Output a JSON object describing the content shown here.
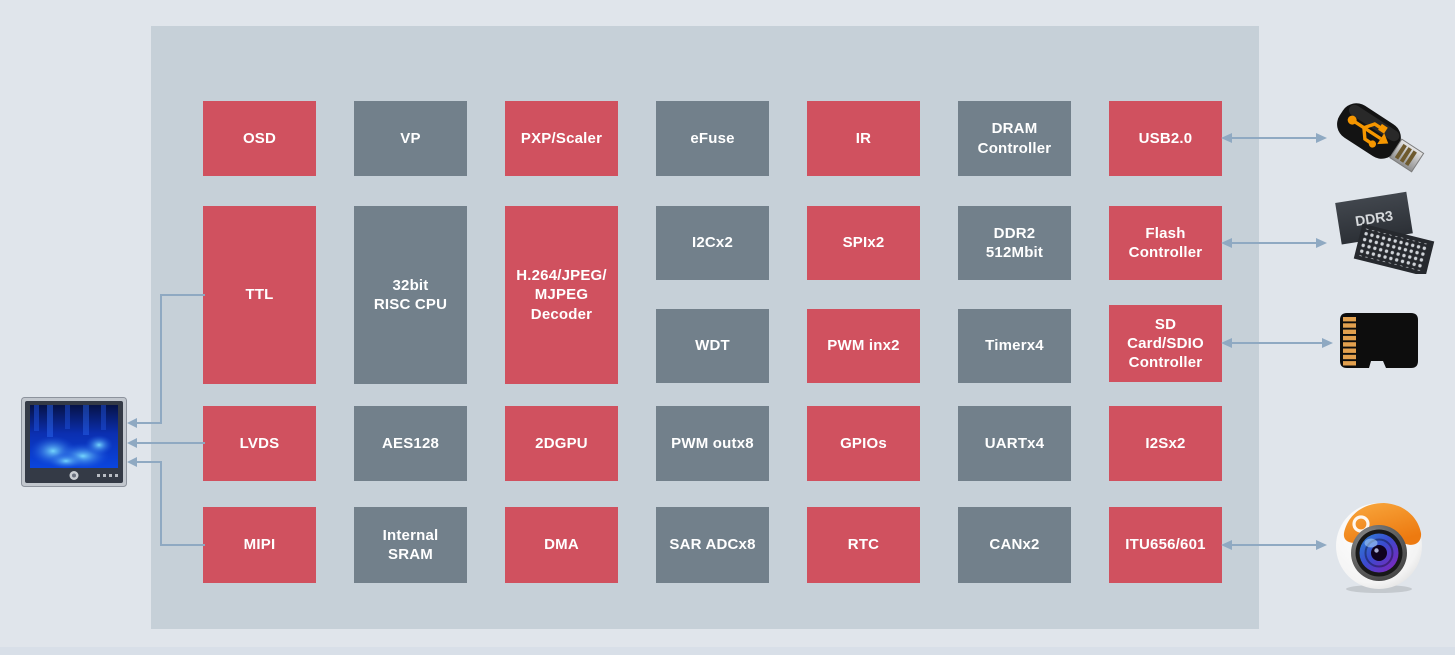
{
  "diagram": {
    "type": "soc-block-diagram",
    "colors": {
      "red_block": "#d0515f",
      "gray_block": "#72808b",
      "panel_background": "#c6d0d8",
      "page_background": "#e0e5eb",
      "arrow": "#8fa9c2",
      "block_text": "#ffffff"
    }
  },
  "blocks": [
    {
      "label": "OSD",
      "color": "red"
    },
    {
      "label": "VP",
      "color": "gray"
    },
    {
      "label": "PXP/Scaler",
      "color": "red"
    },
    {
      "label": "eFuse",
      "color": "gray"
    },
    {
      "label": "IR",
      "color": "red"
    },
    {
      "label": "DRAM\nController",
      "color": "gray"
    },
    {
      "label": "USB2.0",
      "color": "red"
    },
    {
      "label": "TTL",
      "color": "red"
    },
    {
      "label": "32bit\nRISC CPU",
      "color": "gray"
    },
    {
      "label": "H.264/JPEG/\nMJPEG\nDecoder",
      "color": "red"
    },
    {
      "label": "I2Cx2",
      "color": "gray"
    },
    {
      "label": "SPIx2",
      "color": "red"
    },
    {
      "label": "DDR2\n512Mbit",
      "color": "gray"
    },
    {
      "label": "Flash\nController",
      "color": "red"
    },
    {
      "label": "WDT",
      "color": "gray"
    },
    {
      "label": "PWM inx2",
      "color": "red"
    },
    {
      "label": "Timerx4",
      "color": "gray"
    },
    {
      "label": "SD\nCard/SDIO\nController",
      "color": "red"
    },
    {
      "label": "LVDS",
      "color": "red"
    },
    {
      "label": "AES128",
      "color": "gray"
    },
    {
      "label": "2DGPU",
      "color": "red"
    },
    {
      "label": "PWM outx8",
      "color": "gray"
    },
    {
      "label": "GPIOs",
      "color": "red"
    },
    {
      "label": "UARTx4",
      "color": "gray"
    },
    {
      "label": "I2Sx2",
      "color": "red"
    },
    {
      "label": "MIPI",
      "color": "red"
    },
    {
      "label": "Internal\nSRAM",
      "color": "gray"
    },
    {
      "label": "DMA",
      "color": "red"
    },
    {
      "label": "SAR ADCx8",
      "color": "gray"
    },
    {
      "label": "RTC",
      "color": "red"
    },
    {
      "label": "CANx2",
      "color": "gray"
    },
    {
      "label": "ITU656/601",
      "color": "red"
    }
  ],
  "devices": {
    "display": {
      "icon": "lcd-monitor-icon",
      "side": "left",
      "connected_blocks": [
        "TTL",
        "LVDS",
        "MIPI"
      ],
      "arrow": "into-display"
    },
    "usb_drive": {
      "icon": "usb-flash-drive-icon",
      "side": "right",
      "connected_block": "USB2.0",
      "arrow": "bidirectional"
    },
    "ddr3_chips": {
      "icon": "ddr3-memory-chip-icon",
      "side": "right",
      "label": "DDR3",
      "connected_block": "Flash Controller",
      "arrow": "bidirectional"
    },
    "sd_card": {
      "icon": "micro-sd-card-icon",
      "side": "right",
      "connected_block": "SD Card/SDIO Controller",
      "arrow": "bidirectional"
    },
    "camera": {
      "icon": "camera-lens-icon",
      "side": "right",
      "connected_block": "ITU656/601",
      "arrow": "bidirectional"
    }
  }
}
